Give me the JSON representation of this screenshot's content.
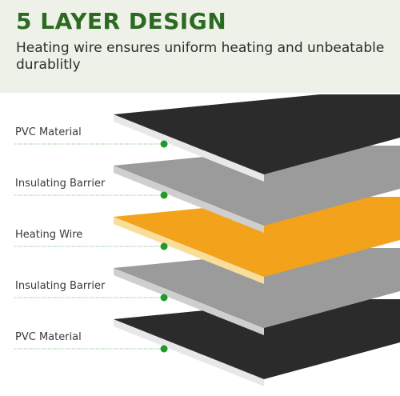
{
  "header": {
    "title": "5 LAYER DESIGN",
    "subtitle": "Heating wire ensures uniform heating and unbeatable durablitly"
  },
  "colors": {
    "accent": "#2d6a21",
    "header_background": "#edf1e8",
    "marker": "#1f9a2b",
    "leader_line": "#8cc08a"
  },
  "layers": [
    {
      "label": "PVC Material",
      "top_color": "#2b2b2b",
      "edge_color": "#e8e8e8"
    },
    {
      "label": "Insulating Barrier",
      "top_color": "#9b9b9b",
      "edge_color": "#cfcfcf"
    },
    {
      "label": "Heating Wire",
      "top_color": "#f3a21b",
      "edge_color": "#f9dd9a"
    },
    {
      "label": "Insulating Barrier",
      "top_color": "#9b9b9b",
      "edge_color": "#cfcfcf"
    },
    {
      "label": "PVC Material",
      "top_color": "#2b2b2b",
      "edge_color": "#e8e8e8"
    }
  ]
}
